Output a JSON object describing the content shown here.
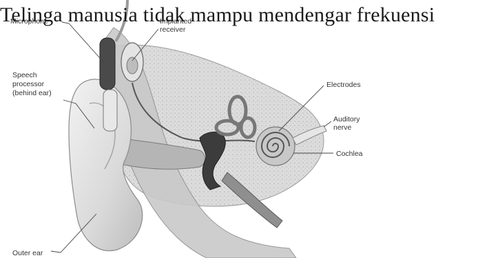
{
  "heading": "Telinga manusia tidak mampu mendengar frekuensi",
  "labels": {
    "microphone": "Microphone",
    "implanted_receiver": [
      "Implanted",
      "receiver"
    ],
    "speech_processor": [
      "Speech",
      "processor",
      "(behind ear)"
    ],
    "electrodes": "Electrodes",
    "auditory_nerve": [
      "Auditory",
      "nerve"
    ],
    "cochlea": "Cochlea",
    "outer_ear": "Outer ear"
  },
  "colors": {
    "text": "#1a1a1a",
    "label": "#333333",
    "tissue_light": "#d8d8d8",
    "tissue_mid": "#a9a9a9",
    "tissue_dark": "#3c3c3c"
  }
}
